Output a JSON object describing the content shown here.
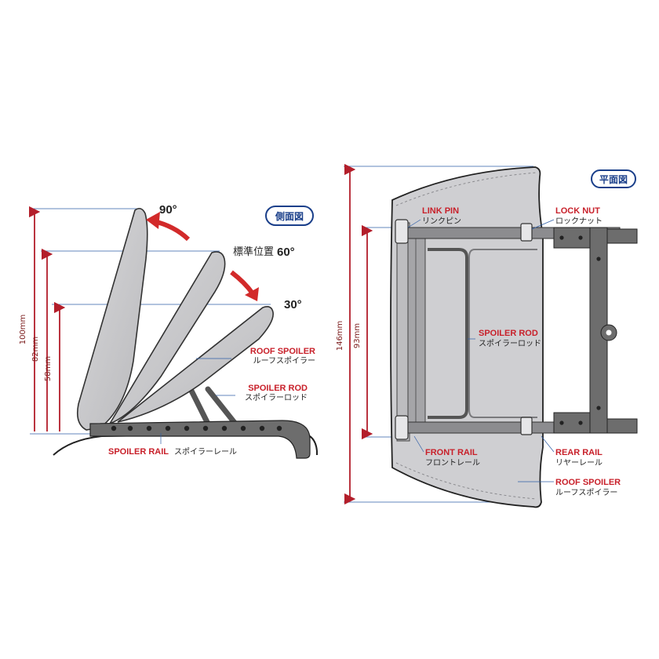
{
  "side_view": {
    "badge": "側面図",
    "angles": {
      "max": "90°",
      "standard_label": "標準位置",
      "standard": "60°",
      "min": "30°"
    },
    "dimensions": {
      "h100": "100mm",
      "h82": "82mm",
      "h58": "58mm"
    },
    "labels": {
      "roof_spoiler_en": "ROOF SPOILER",
      "roof_spoiler_jp": "ルーフスポイラー",
      "spoiler_rod_en": "SPOILER ROD",
      "spoiler_rod_jp": "スポイラーロッド",
      "spoiler_rail_en": "SPOILER RAIL",
      "spoiler_rail_jp": "スポイラーレール"
    }
  },
  "plan_view": {
    "badge": "平面図",
    "dimensions": {
      "w146": "146mm",
      "w93": "93mm"
    },
    "labels": {
      "link_pin_en": "LINK PIN",
      "link_pin_jp": "リンクピン",
      "lock_nut_en": "LOCK NUT",
      "lock_nut_jp": "ロックナット",
      "spoiler_rod_en": "SPOILER ROD",
      "spoiler_rod_jp": "スポイラーロッド",
      "front_rail_en": "FRONT RAIL",
      "front_rail_jp": "フロントレール",
      "rear_rail_en": "REAR RAIL",
      "rear_rail_jp": "リヤーレール",
      "roof_spoiler_en": "ROOF SPOILER",
      "roof_spoiler_jp": "ルーフスポイラー"
    }
  },
  "colors": {
    "label_red": "#c8202a",
    "dimension_red": "#b31e2a",
    "guide_blue": "#2f5fa8",
    "badge_blue": "#1a3f8a",
    "arrow_red": "#d22a2a",
    "spoiler_gray": "#c9c9cb",
    "rail_gray": "#6d6d6d"
  }
}
